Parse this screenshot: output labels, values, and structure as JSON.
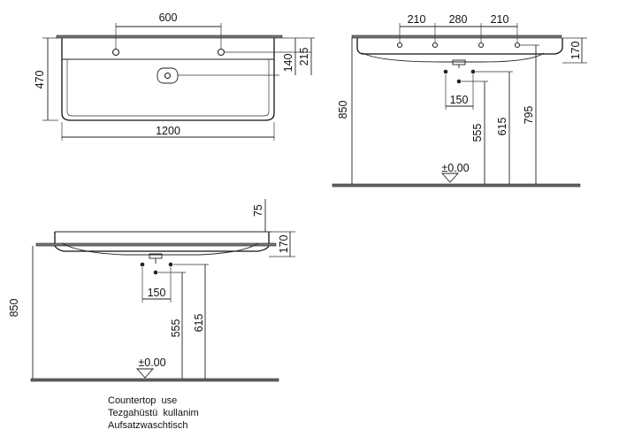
{
  "top_view": {
    "dim_hole_spacing": "600",
    "dim_depth": "470",
    "dim_width": "1200",
    "dim_140": "140",
    "dim_215": "215"
  },
  "side_view_right": {
    "dim_210_left": "210",
    "dim_280": "280",
    "dim_210_right": "210",
    "dim_170": "170",
    "dim_850": "850",
    "dim_150": "150",
    "dim_555": "555",
    "dim_615": "615",
    "dim_795": "795",
    "floor_level": "±0.00"
  },
  "side_view_left": {
    "dim_75": "75",
    "dim_170": "170",
    "dim_850": "850",
    "dim_150": "150",
    "dim_555": "555",
    "dim_615": "615",
    "floor_level": "±0.00"
  },
  "notes": [
    "Countertop  use",
    "Tezgahüstü  kullanim",
    "Aufsatzwaschtisch"
  ]
}
